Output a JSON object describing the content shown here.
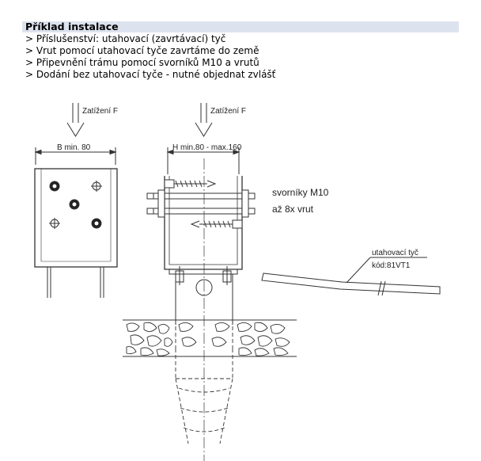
{
  "header": {
    "title": "Příklad instalace",
    "items": [
      "> Příslušenství: utahovací (zavrtávací) tyč",
      "> Vrut pomocí utahovací tyče zavrtáme do země",
      "> Připevnění trámu pomocí svorníků M10  a vrutů",
      "> Dodání bez utahovací tyče - nutné objednat zvlášť"
    ]
  },
  "drawing": {
    "load_left": "Zatížení F",
    "load_right": "Zatížení F",
    "dim_left": "B min. 80",
    "dim_right": "H min.80 - max.160",
    "bolts": "svorníky M10",
    "screws": "až 8x vrut",
    "rod_name": "utahovací tyč",
    "rod_code": "kód:81VT1"
  },
  "colors": {
    "header_bar": "#dde3ee",
    "line": "#333333"
  }
}
